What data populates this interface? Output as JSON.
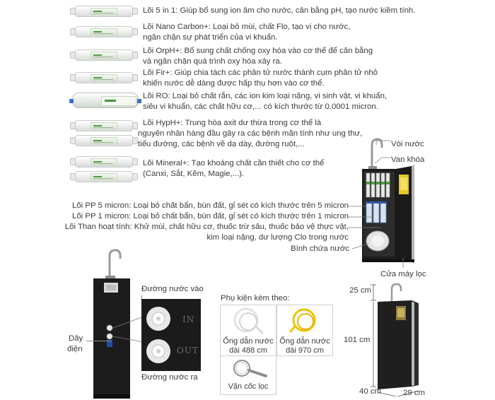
{
  "filters": {
    "f1": "Lõi 5 in 1: Giúp bổ sung ion âm cho nước, cân bằng pH, tạo nước kiềm tính.",
    "f2_l1": "Lõi Nano Carbon+: Loại bỏ mùi, chất Flo, tạo vị cho nước,",
    "f2_l2": "ngăn chặn sự phát triển của vi khuẩn.",
    "f3_l1": "Lõi OrpH+: Bổ sung chất chống oxy hóa vào cơ thể để cân bằng",
    "f3_l2": "và ngăn chặn quá trình oxy hóa xảy ra.",
    "f4_l1": "Lõi Fir+: Giúp chia tách các phân tử nước thành cụm phân tử nhỏ",
    "f4_l2": "khiến nước dễ dàng được hấp thụ hơn vào cơ thể.",
    "ro_l1": "Lõi RO: Loại bỏ chất rắn, các ion kim loại nặng, vi sinh vật, vi khuẩn,",
    "ro_l2": "siêu vi khuẩn, các chất hữu cơ,... có kích thước từ 0.0001 micron.",
    "hyph_l1": "Lõi HypH+: Trung hòa axit dư thừa trong cơ thể là",
    "hyph_l2": "nguyên nhân hàng đầu gây ra các bệnh mãn tính như ung thư,",
    "hyph_l3": "tiểu đường, các bệnh về dạ dày, đường ruột,...",
    "min_l1": "Lõi Mineral+: Tạo khoáng chất cần thiết cho cơ thể",
    "min_l2": "(Canxi, Sắt, Kẽm, Magie,...).",
    "pp5": "Lõi PP 5 micron: Loại bỏ chất bẩn, bùn đất, gỉ sét có kích thước trên 5 micron",
    "pp1": "Lõi PP 1 micron: Loại bỏ chất bẩn, bùn đất, gỉ sét có kích thước trên 1 micron",
    "carbon_l1": "Lõi Than hoạt tính: Khử mùi, chất hữu cơ, thuốc trừ sâu, thuốc bảo vệ thực vật,",
    "carbon_l2": "kim loại nặng, dư lượng Clo trong nước"
  },
  "machine_labels": {
    "faucet": "Vòi nước",
    "valve": "Van khóa",
    "tank": "Bình chứa nước",
    "door": "Cửa máy lọc"
  },
  "bottom": {
    "power_l1": "Dây",
    "power_l2": "điện",
    "inlet": "Đường nước vào",
    "outlet": "Đường nước ra",
    "port_in": "IN",
    "port_out": "OUT"
  },
  "accessories": {
    "title": "Phụ kiện kèm theo:",
    "white_pipe_l1": "Ống dẫn nước",
    "white_pipe_l2": "dài 488 cm",
    "yellow_pipe_l1": "Ống dẫn nước",
    "yellow_pipe_l2": "dài 970 cm",
    "wrench": "Vặn cốc lọc"
  },
  "dimensions": {
    "top": "25 cm",
    "height": "101 cm",
    "depth": "40 cm",
    "width": "29 cm"
  },
  "colors": {
    "machine_body": "#1c1c1c",
    "filter_green": "#4aa03c",
    "ro_blue": "#3a6fd1",
    "yellow_pipe": "#f2c200"
  }
}
